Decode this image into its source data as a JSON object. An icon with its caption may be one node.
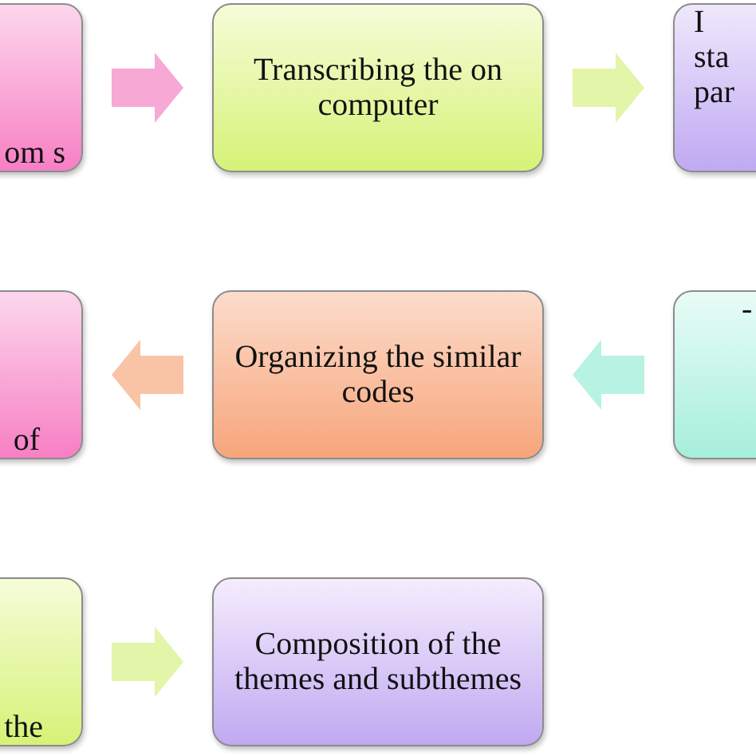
{
  "diagram": {
    "nodes": [
      {
        "text": [
          "om s"
        ]
      },
      {
        "text": [
          "Transcribing the on computer"
        ]
      },
      {
        "text": [
          "I sta par"
        ]
      },
      {
        "text": [
          "-"
        ]
      },
      {
        "text": [
          "Organizing the similar codes"
        ]
      },
      {
        "text": [
          "of"
        ]
      },
      {
        "text": [
          "the"
        ]
      },
      {
        "text": [
          "Composition of the themes and subthemes"
        ]
      }
    ],
    "edges": [
      {
        "from": 0,
        "to": 1,
        "arrow": "to",
        "color": "#f7a8d4"
      },
      {
        "from": 1,
        "to": 2,
        "arrow": "to",
        "color": "#e2f5a8"
      },
      {
        "from": 3,
        "to": 4,
        "arrow": "to",
        "color": "#b8f2e2"
      },
      {
        "from": 4,
        "to": 5,
        "arrow": "to",
        "color": "#f9c3a6"
      },
      {
        "from": 6,
        "to": 7,
        "arrow": "to",
        "color": "#e2f5a8"
      }
    ]
  }
}
